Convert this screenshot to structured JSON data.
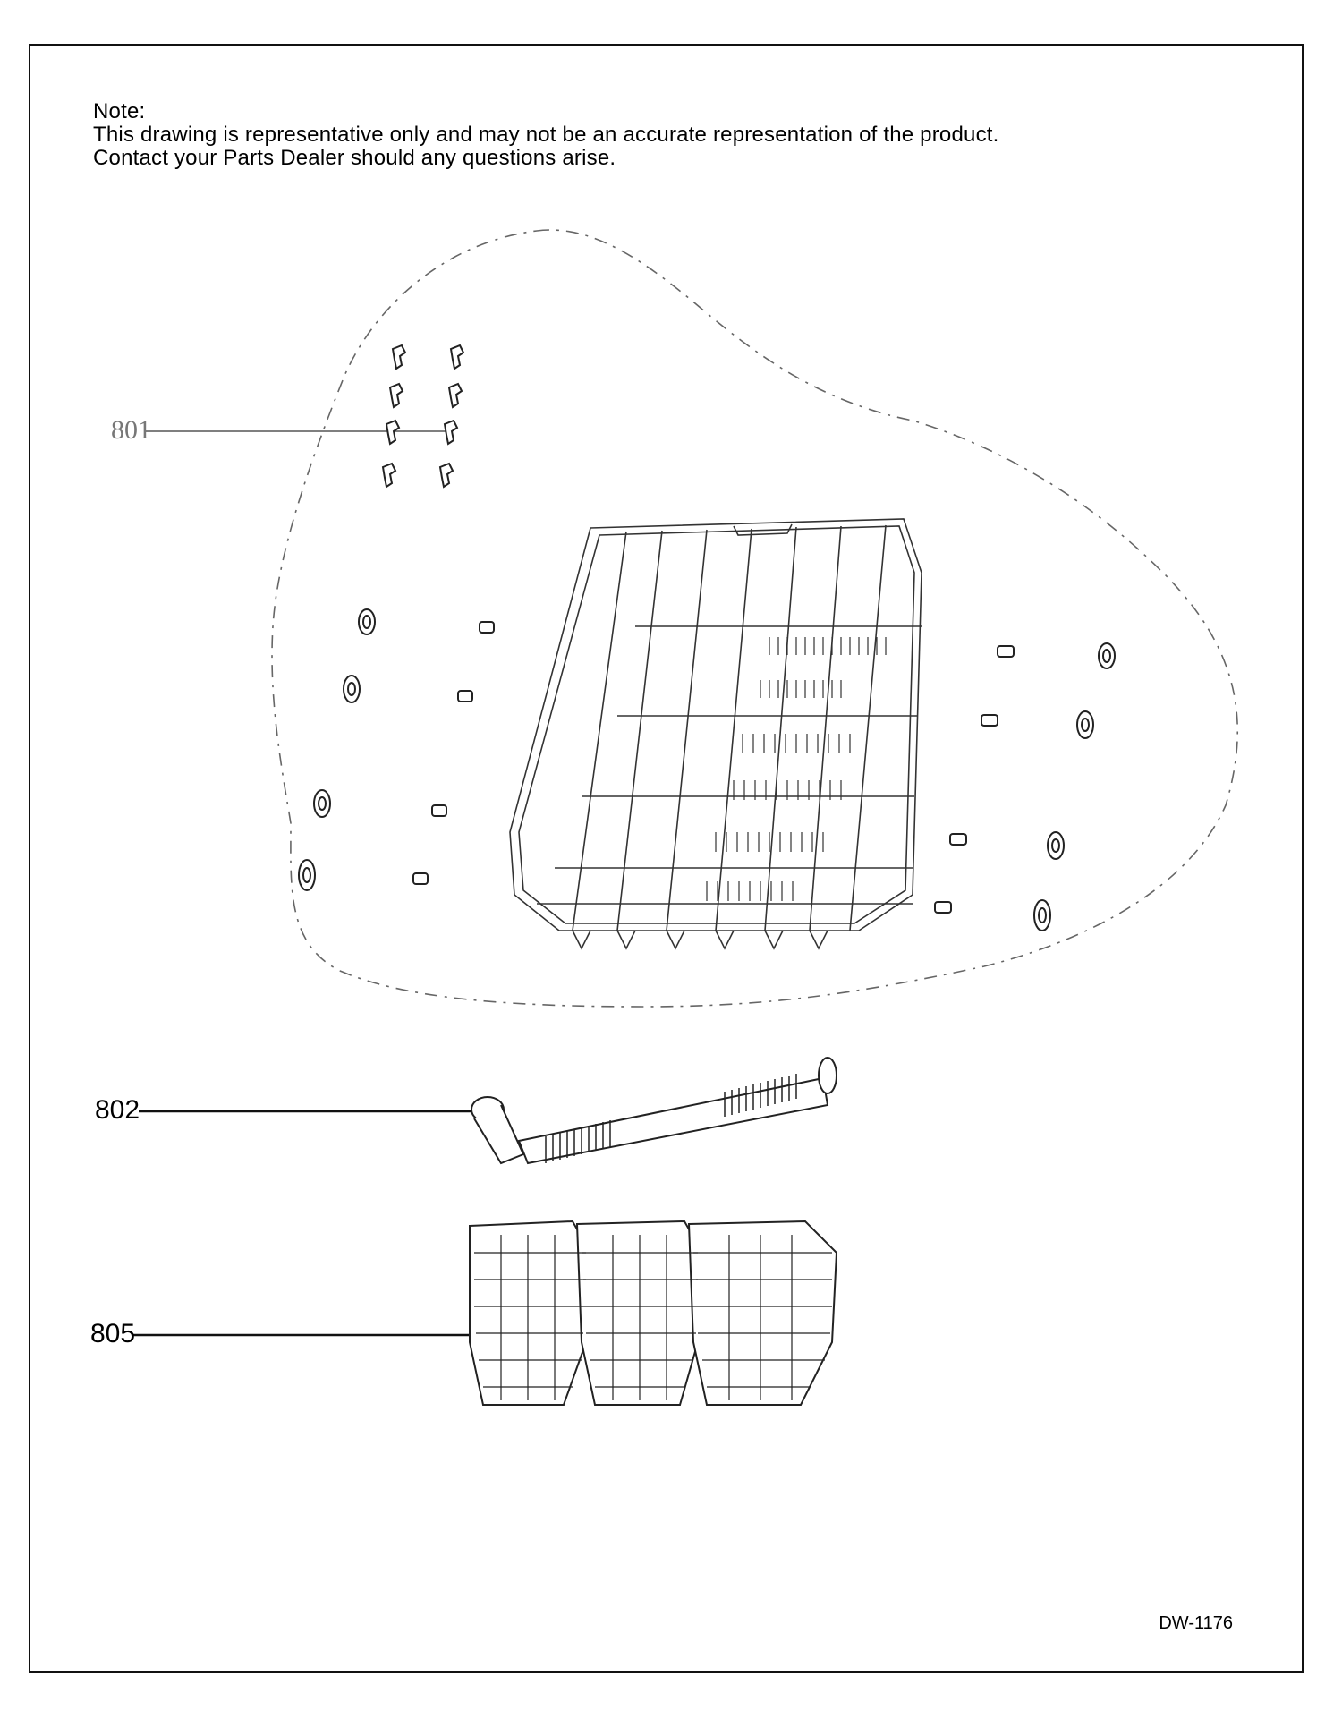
{
  "note": {
    "heading": "Note:",
    "line1": "This drawing is representative only and may not be an accurate representation of the product.",
    "line2": "Contact your Parts Dealer should any questions arise."
  },
  "callouts": {
    "part_801": "801",
    "part_802": "802",
    "part_805": "805"
  },
  "document_id": "DW-1176"
}
